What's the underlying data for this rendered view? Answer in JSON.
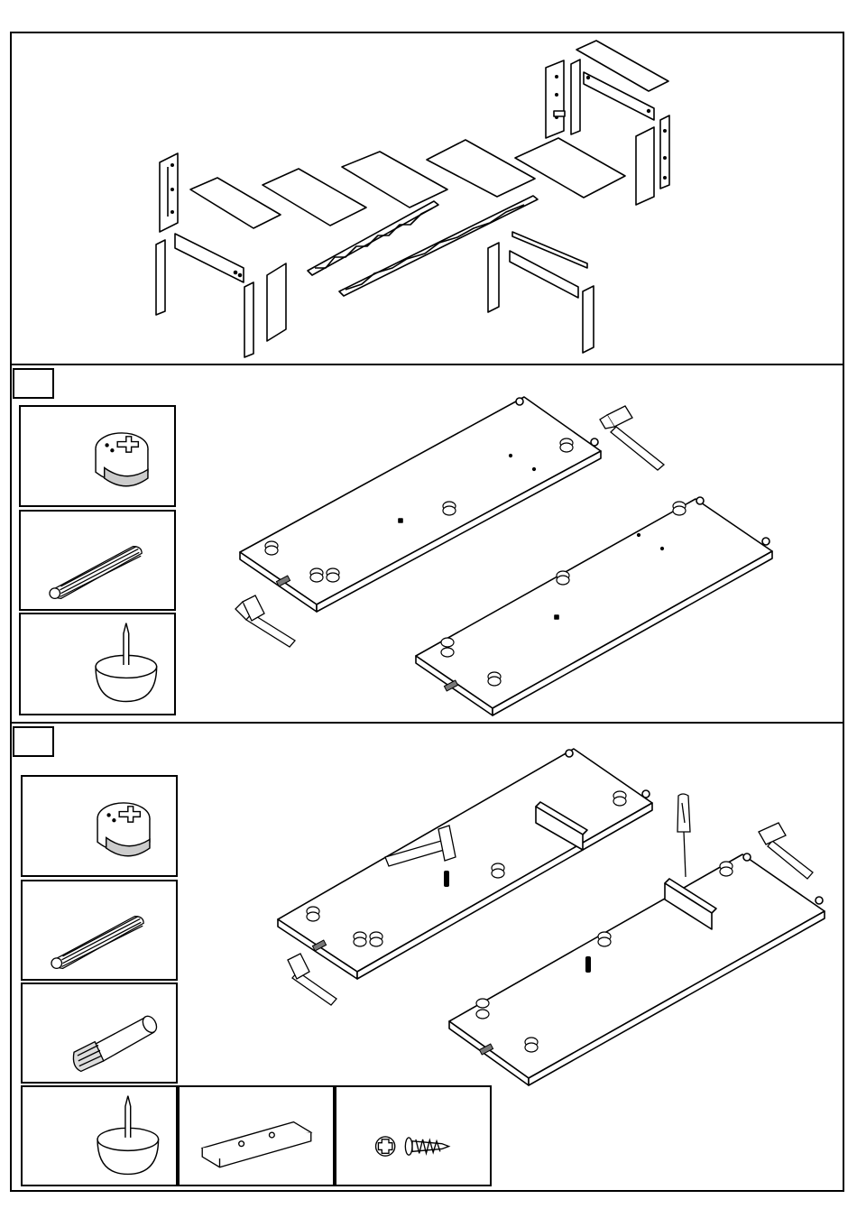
{
  "overview": {
    "parts": [
      "side-panel-left",
      "back-panel",
      "shelf-1",
      "shelf-2",
      "shelf-3",
      "shelf-4",
      "shelf-5",
      "slat-long",
      "slat-short",
      "top-board",
      "rail-board"
    ]
  },
  "steps": [
    {
      "number": "",
      "hardware": [
        {
          "icon": "cam-lock-icon"
        },
        {
          "icon": "wooden-dowel-icon"
        },
        {
          "icon": "glide-foot-icon"
        }
      ],
      "tools": [
        "hammer-icon"
      ]
    },
    {
      "number": "",
      "hardware": [
        {
          "icon": "cam-lock-icon"
        },
        {
          "icon": "wooden-dowel-icon"
        },
        {
          "icon": "plastic-plug-icon"
        },
        {
          "icon": "glide-foot-icon"
        },
        {
          "icon": "metal-bracket-icon"
        },
        {
          "icon": "screw-icon"
        }
      ],
      "tools": [
        "hammer-icon",
        "screwdriver-icon"
      ]
    }
  ],
  "colors": {
    "ink": "#000000",
    "paper": "#ffffff",
    "shade": "#cccccc"
  }
}
